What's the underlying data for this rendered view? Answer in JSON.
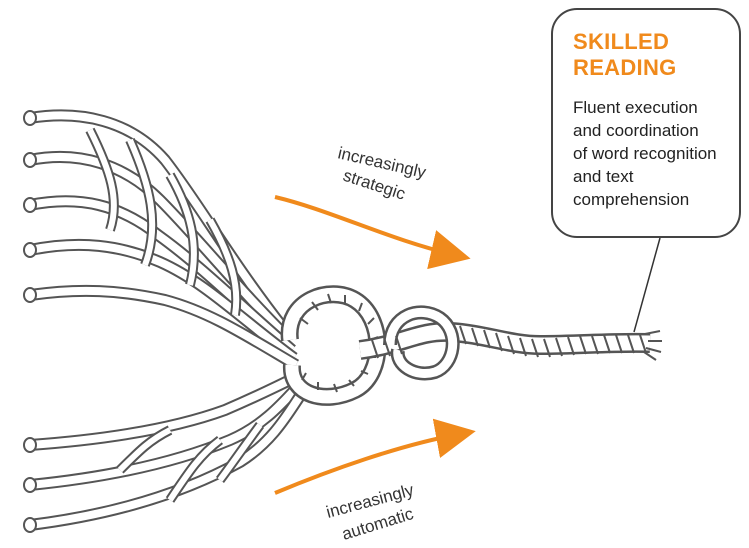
{
  "callout": {
    "title_lines": [
      "SKILLED",
      "READING"
    ],
    "body_lines": [
      "Fluent execution",
      "and coordination",
      "of word recognition",
      "and text",
      "comprehension"
    ]
  },
  "labels": {
    "top": [
      "increasingly",
      "strategic"
    ],
    "bottom": [
      "increasingly",
      "automatic"
    ]
  },
  "colors": {
    "accent": "#f08a1c",
    "rope": "#555555",
    "text": "#222222"
  }
}
